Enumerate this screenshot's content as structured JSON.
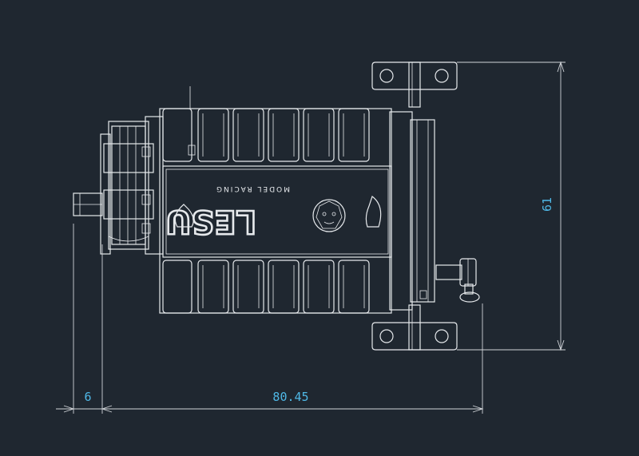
{
  "drawing": {
    "background_color": "#1f2730",
    "line_color": "#e6e9ec",
    "dimension_text_color": "#4fb8e6",
    "brand_text": "LESU",
    "brand_subtext": "MODEL RACING",
    "dimensions": {
      "height": "61",
      "shaft_length": "6",
      "body_length": "80.45"
    }
  }
}
